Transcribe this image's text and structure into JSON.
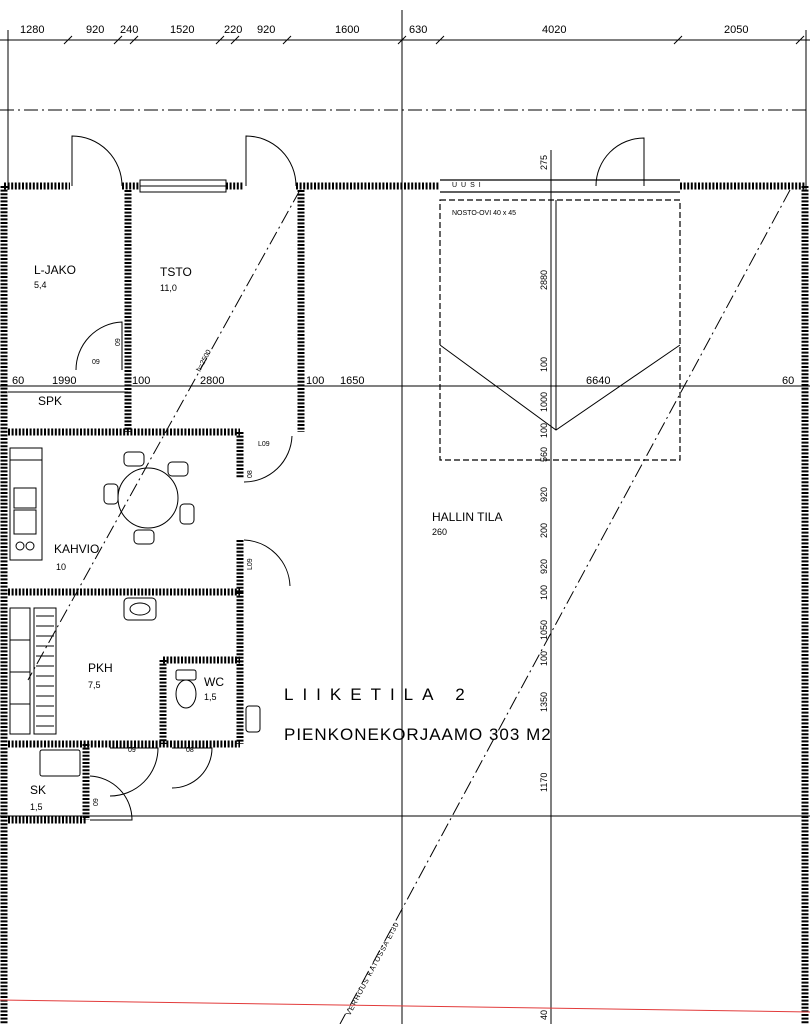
{
  "dimensions_top": [
    "1280",
    "920",
    "240",
    "1520",
    "220",
    "920",
    "1600",
    "630",
    "4020",
    "2050"
  ],
  "rooms": {
    "ljako": {
      "name": "L-JAKO",
      "area": "5,4"
    },
    "tsto": {
      "name": "TSTO",
      "area": "11,0"
    },
    "spk": {
      "name": "SPK"
    },
    "kahvio": {
      "name": "KAHVIO",
      "area": "10"
    },
    "pkh": {
      "name": "PKH",
      "area": "7,5"
    },
    "wc": {
      "name": "WC",
      "area": "1,5"
    },
    "sk": {
      "name": "SK",
      "area": "1,5"
    },
    "hallin_tila": {
      "name": "HALLIN TILA",
      "area": "260"
    }
  },
  "title": {
    "line1": "LIIKETILA 2",
    "line2": "PIENKONEKORJAAMO 303 M2"
  },
  "labels": {
    "uusi": "UUSI",
    "nosto_ovi": "NOSTO-OVI 40 x 45",
    "h_label": "h=2500",
    "verhous": "VERHOUS KATOSSA EI30"
  },
  "dimensions_mid": [
    "60",
    "1990",
    "100",
    "2800",
    "100",
    "1650",
    "6640",
    "60"
  ],
  "dimensions_vertical": [
    "275",
    "2880",
    "100",
    "1000",
    "100",
    "560",
    "920",
    "200",
    "920",
    "100",
    "1050",
    "100",
    "1350",
    "1170",
    "40"
  ],
  "door_marks": [
    "09",
    "L09",
    "L09",
    "09",
    "08",
    "09",
    "09",
    "08"
  ]
}
